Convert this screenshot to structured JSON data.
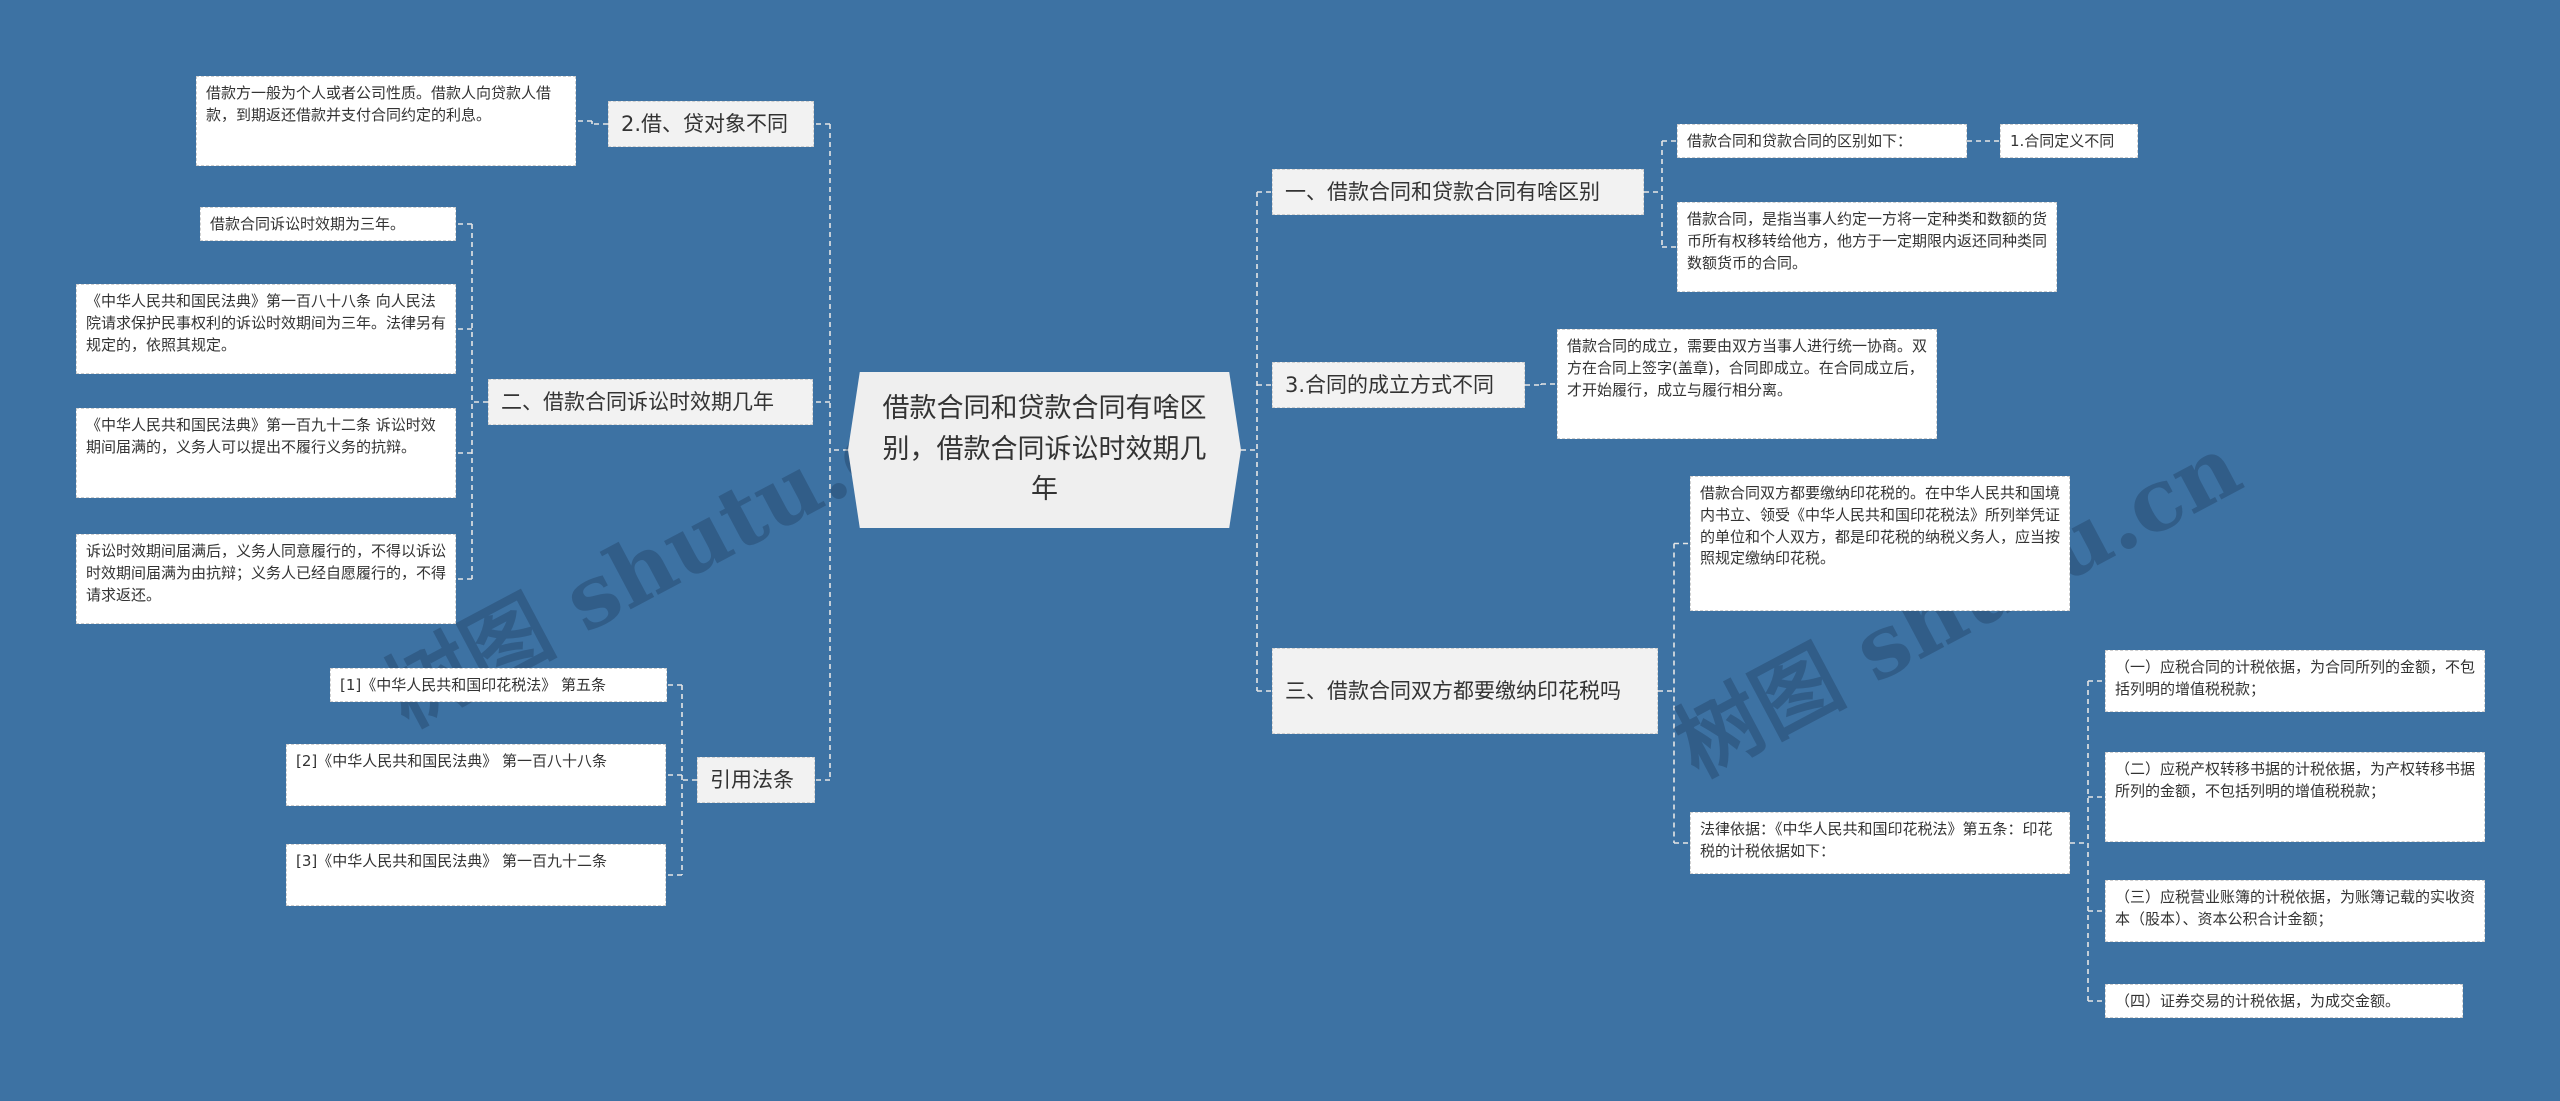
{
  "central": "借款合同和贷款合同有啥区别，借款合同诉讼时效期几年",
  "left": {
    "loan_objects": {
      "label": "2.借、贷对象不同",
      "children": [
        "借款方一般为个人或者公司性质。借款人向贷款人借款，到期返还借款并支付合同约定的利息。"
      ]
    },
    "limitation": {
      "label": "二、借款合同诉讼时效期几年",
      "children": [
        "借款合同诉讼时效期为三年。",
        "《中华人民共和国民法典》第一百八十八条 向人民法院请求保护民事权利的诉讼时效期间为三年。法律另有规定的，依照其规定。",
        "《中华人民共和国民法典》第一百九十二条 诉讼时效期间届满的，义务人可以提出不履行义务的抗辩。",
        "诉讼时效期间届满后，义务人同意履行的，不得以诉讼时效期间届满为由抗辩；义务人已经自愿履行的，不得请求返还。"
      ]
    },
    "citations": {
      "label": "引用法条",
      "children": [
        "[1]《中华人民共和国印花税法》 第五条",
        "[2]《中华人民共和国民法典》 第一百八十八条",
        "[3]《中华人民共和国民法典》 第一百九十二条"
      ]
    }
  },
  "right": {
    "difference": {
      "label": "一、借款合同和贷款合同有啥区别",
      "sub_label": "借款合同和贷款合同的区别如下：",
      "sub_child": "1.合同定义不同",
      "definition": "借款合同，是指当事人约定一方将一定种类和数额的货币所有权移转给他方，他方于一定期限内返还同种类同数额货币的合同。"
    },
    "formation": {
      "label": "3.合同的成立方式不同",
      "children": [
        "借款合同的成立，需要由双方当事人进行统一协商。双方在合同上签字(盖章)，合同即成立。在合同成立后，才开始履行，成立与履行相分离。"
      ]
    },
    "stamp_tax": {
      "label": "三、借款合同双方都要缴纳印花税吗",
      "intro": "借款合同双方都要缴纳印花税的。在中华人民共和国境内书立、领受《中华人民共和国印花税法》所列举凭证的单位和个人双方，都是印花税的纳税义务人，应当按照规定缴纳印花税。",
      "basis": "法律依据：《中华人民共和国印花税法》第五条：印花税的计税依据如下：",
      "items": [
        "（一）应税合同的计税依据，为合同所列的金额，不包括列明的增值税税款；",
        "（二）应税产权转移书据的计税依据，为产权转移书据所列的金额，不包括列明的增值税税款；",
        "（三）应税营业账簿的计税依据，为账簿记载的实收资本（股本）、资本公积合计金额；",
        "（四）证券交易的计税依据，为成交金额。"
      ]
    }
  },
  "watermark": [
    "树图 shutu.cn",
    "树图 shutu.cn"
  ],
  "colors": {
    "background": "#3d72a3",
    "node": "#f2f2f2",
    "leaf": "#ffffff",
    "connector": "#e6e6e6"
  }
}
